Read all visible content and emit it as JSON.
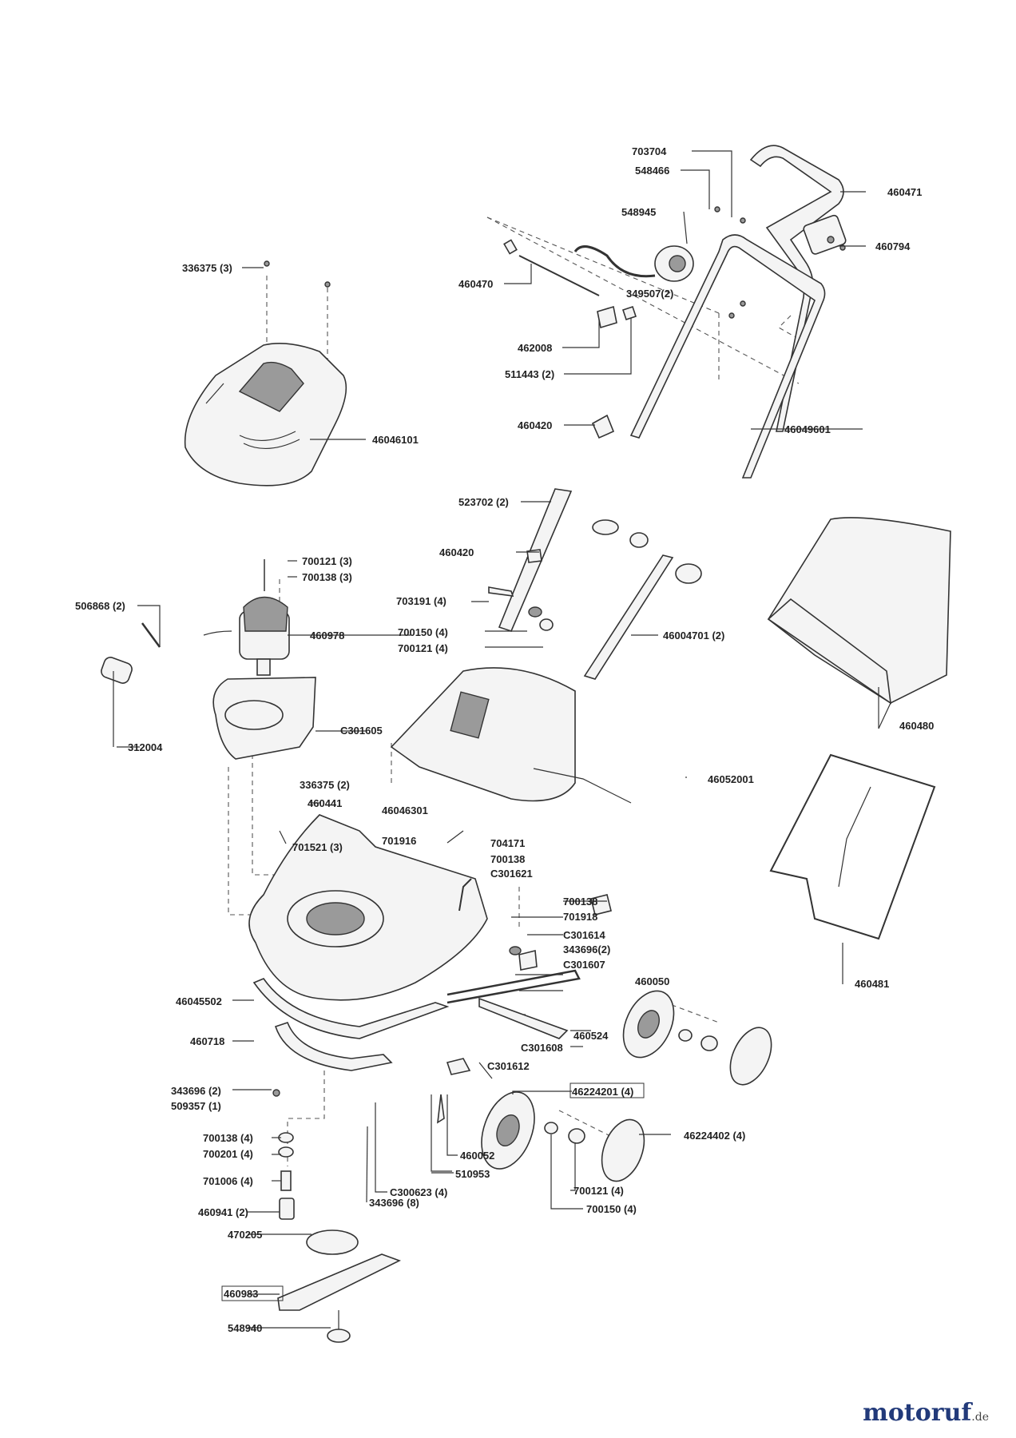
{
  "brand": {
    "name": "motoruf",
    "tld": ".de",
    "accent_color": "#e98a1b",
    "brand_color": "#223a7a"
  },
  "labels": {
    "p703704": "703704",
    "p548466": "548466",
    "p460471": "460471",
    "p548945": "548945",
    "p460794": "460794",
    "p336375_3": "336375 (3)",
    "p460470": "460470",
    "p349507_2": "349507(2)",
    "p462008": "462008",
    "p511443_2": "511443 (2)",
    "p460420_a": "460420",
    "p46049601": "46049601",
    "p46046101": "46046101",
    "p523702_2": "523702 (2)",
    "p460420_b": "460420",
    "p700121_3": "700121 (3)",
    "p700138_3": "700138 (3)",
    "p506868_2": "506868 (2)",
    "p703191_4": "703191 (4)",
    "p460978": "460978",
    "p700150_4a": "700150 (4)",
    "p700121_4a": "700121 (4)",
    "p46004701_2": "46004701 (2)",
    "p460480": "460480",
    "pC301605": "C301605",
    "p312004": "312004",
    "p46052001": "46052001",
    "p336375_2": "336375 (2)",
    "p460441": "460441",
    "p46046301": "46046301",
    "p701521_3": "701521 (3)",
    "p701916": "701916",
    "p704171": "704171",
    "p700138_a": "700138",
    "pC301621": "C301621",
    "p700138_b": "700138",
    "p701918": "701918",
    "pC301614": "C301614",
    "p343696_2a": "343696(2)",
    "pC301607": "C301607",
    "p460050": "460050",
    "p460481": "460481",
    "p46045502": "46045502",
    "p460524": "460524",
    "p460718": "460718",
    "pC301608": "C301608",
    "pC301612": "C301612",
    "p343696_2b": "343696 (2)",
    "p509357_1": "509357 (1)",
    "p46224201_4": "46224201 (4)",
    "p700138_4": "700138 (4)",
    "p46224402_4": "46224402 (4)",
    "p700201_4": "700201 (4)",
    "p460052": "460052",
    "p701006_4": "701006 (4)",
    "p510953": "510953",
    "pC300623_4": "C300623 (4)",
    "p700121_4b": "700121 (4)",
    "p460941_2": "460941 (2)",
    "p343696_8": "343696 (8)",
    "p700150_4b": "700150 (4)",
    "p470205": "470205",
    "p460983": "460983",
    "p548940": "548940"
  }
}
